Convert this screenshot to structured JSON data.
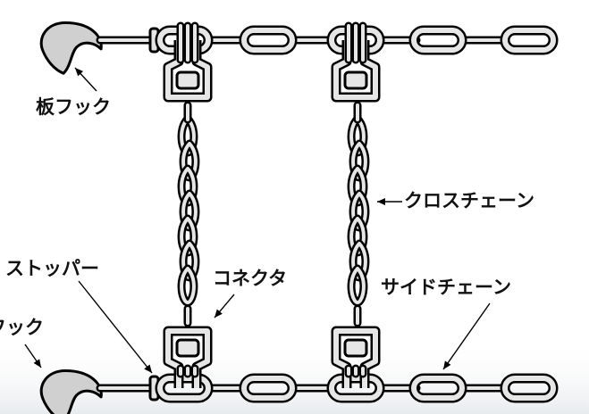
{
  "labels": {
    "plate_hook": "板フック",
    "cross_chain": "クロスチェーン",
    "stopper": "ストッパー",
    "connector": "コネクタ",
    "side_chain": "サイドチェーン",
    "hook": "フック"
  },
  "colors": {
    "chain_fill": "#e6e6e6",
    "outline": "#000000",
    "hook_fill": "#d0d0d0",
    "ground": "#eef0f2"
  }
}
